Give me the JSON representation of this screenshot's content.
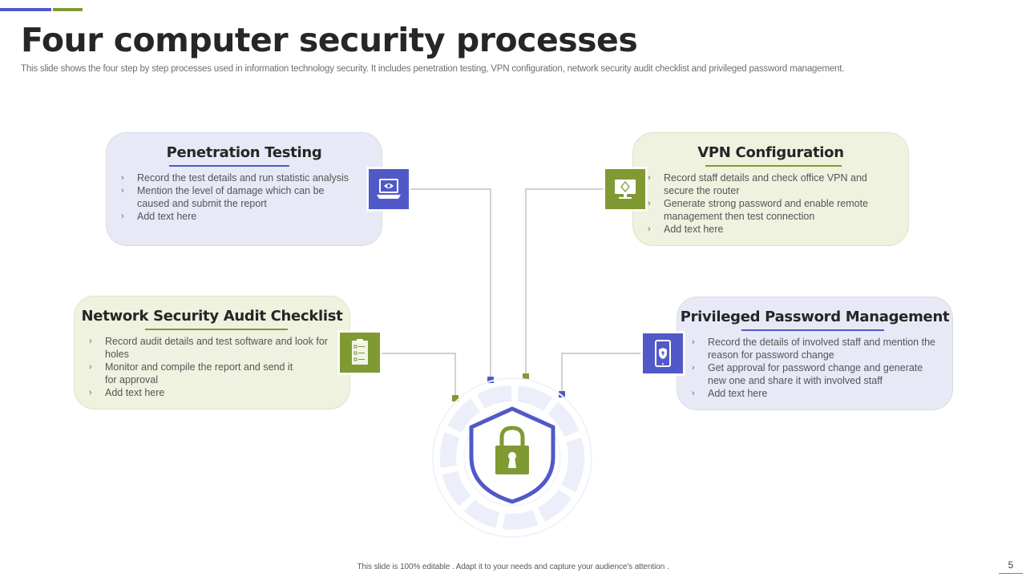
{
  "header": {
    "title": "Four computer security processes",
    "subtitle": "This slide shows the four step by step processes used in information technology security. It includes penetration testing, VPN configuration, network security audit checklist and privileged password management."
  },
  "colors": {
    "accent_blue": "#5159c8",
    "accent_green": "#7f9a32",
    "card_blue_bg": "#e7e9f6",
    "card_green_bg": "#eef2df"
  },
  "cards": [
    {
      "title": "Penetration Testing",
      "icon": "laptop-eye-icon",
      "bullets": [
        "Record the test details and run statistic analysis",
        "Mention the level of damage which can be caused and submit the report",
        "Add text here"
      ]
    },
    {
      "title": "VPN Configuration",
      "icon": "monitor-network-icon",
      "bullets": [
        "Record staff details and check office VPN and secure the router",
        "Generate strong password and enable remote management then test connection",
        "Add text here"
      ]
    },
    {
      "title": "Network Security Audit Checklist",
      "icon": "clipboard-checklist-icon",
      "bullets": [
        "Record audit details and test software and look for holes",
        "Monitor and compile the report and send it for approval",
        "Add text here"
      ]
    },
    {
      "title": "Privileged Password Management",
      "icon": "phone-shield-icon",
      "bullets": [
        "Record the details of involved staff and mention the reason for password change",
        "Get approval for password change and generate new one and share it with involved staff",
        "Add text here"
      ]
    }
  ],
  "center_graphic": {
    "icon": "shield-lock-icon"
  },
  "bullet_glyph": "›",
  "footer": {
    "note": "This slide is 100% editable . Adapt it to your needs and capture your audience's attention .",
    "page_number": "5"
  }
}
